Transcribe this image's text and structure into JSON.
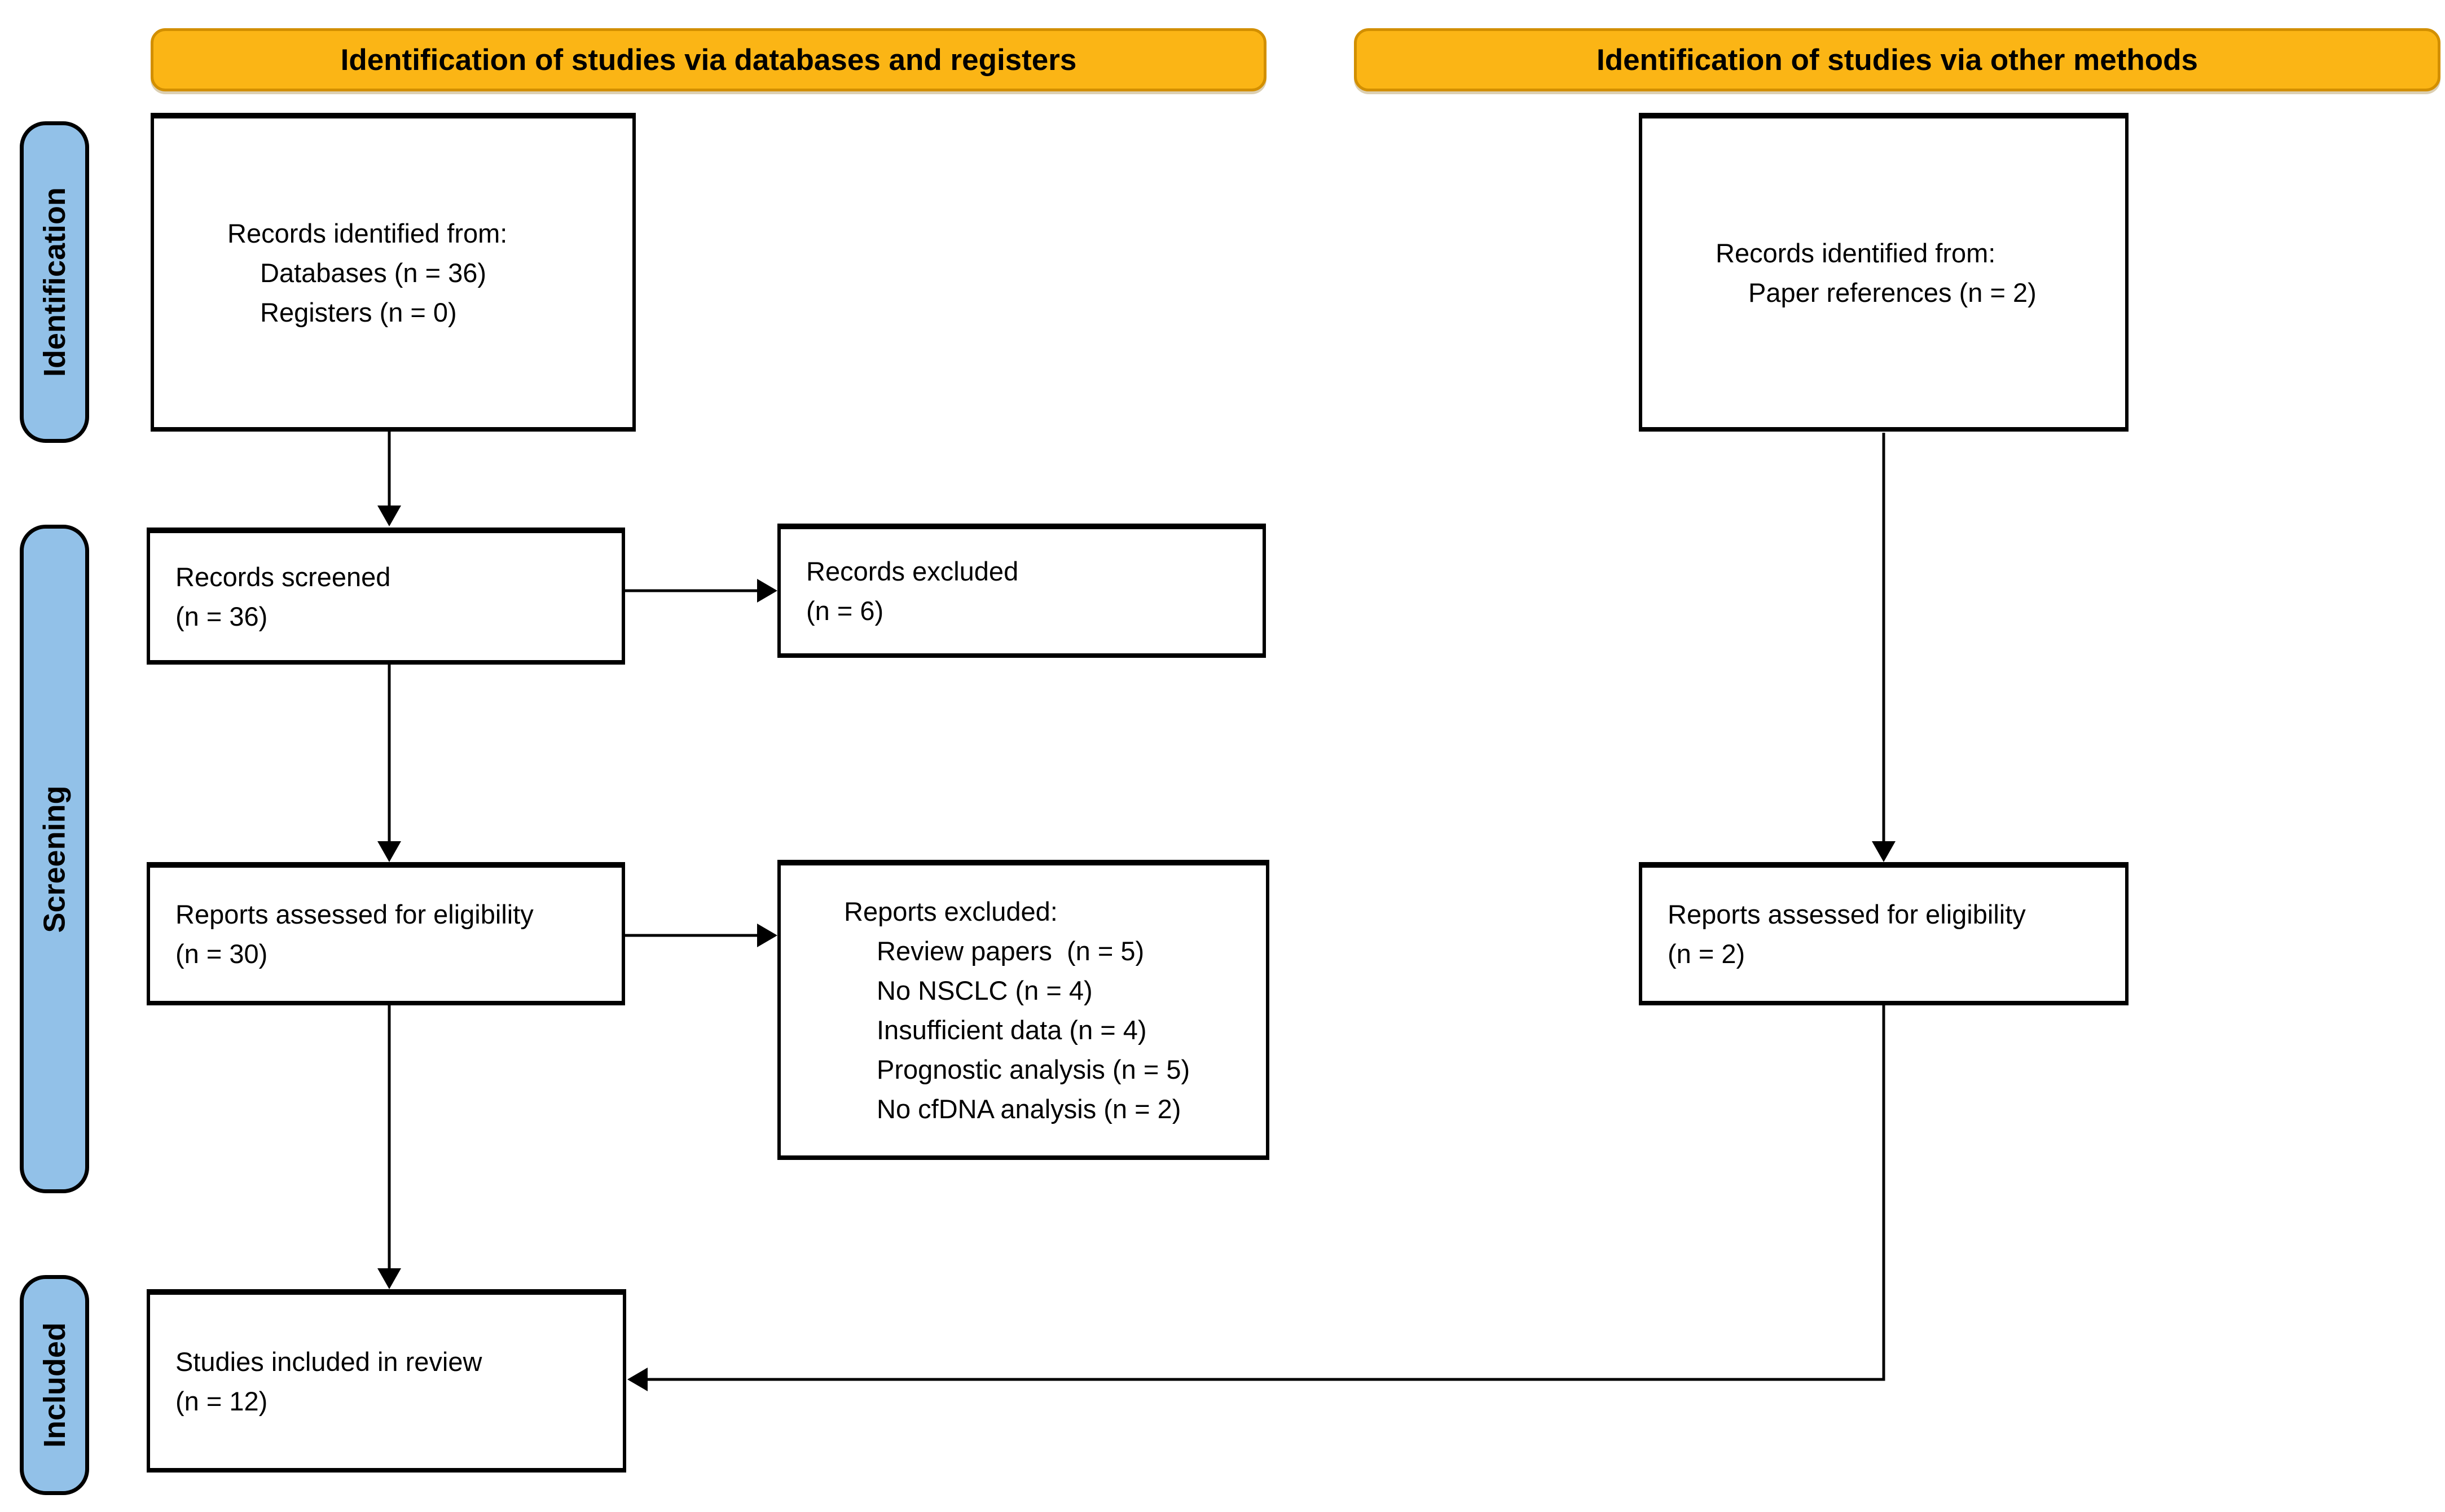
{
  "banners": {
    "databases_registers": "Identification of studies via databases and registers",
    "other_methods": "Identification of studies via other methods"
  },
  "side_labels": {
    "identification": "Identification",
    "screening": "Screening",
    "included": "Included"
  },
  "boxes": {
    "records_identified_databases": {
      "lines": [
        "Records identified from:",
        "Databases (n = 36)",
        "Registers (n = 0)"
      ]
    },
    "records_identified_other": {
      "lines": [
        "Records identified from:",
        "Paper references (n = 2)"
      ]
    },
    "records_screened": {
      "lines": [
        "Records screened",
        "(n = 36)"
      ]
    },
    "records_excluded": {
      "lines": [
        "Records excluded",
        "(n = 6)"
      ]
    },
    "reports_assessed_databases": {
      "lines": [
        "Reports assessed for eligibility",
        "(n = 30)"
      ]
    },
    "reports_excluded": {
      "lines": [
        "Reports excluded:",
        "Review papers  (n = 5)",
        "No NSCLC (n = 4)",
        "Insufficient data (n = 4)",
        "Prognostic analysis (n = 5)",
        "No cfDNA analysis (n = 2)"
      ]
    },
    "reports_assessed_other": {
      "lines": [
        "Reports assessed for eligibility",
        "(n = 2)"
      ]
    },
    "studies_included": {
      "lines": [
        "Studies included in review",
        "(n = 12)"
      ]
    }
  },
  "colors": {
    "banner_fill": "#FBB515",
    "banner_border": "#D28F00",
    "label_fill": "#92C1E8",
    "label_border": "#000000",
    "box_border": "#000000",
    "text": "#000000",
    "background": "#FFFFFF"
  }
}
